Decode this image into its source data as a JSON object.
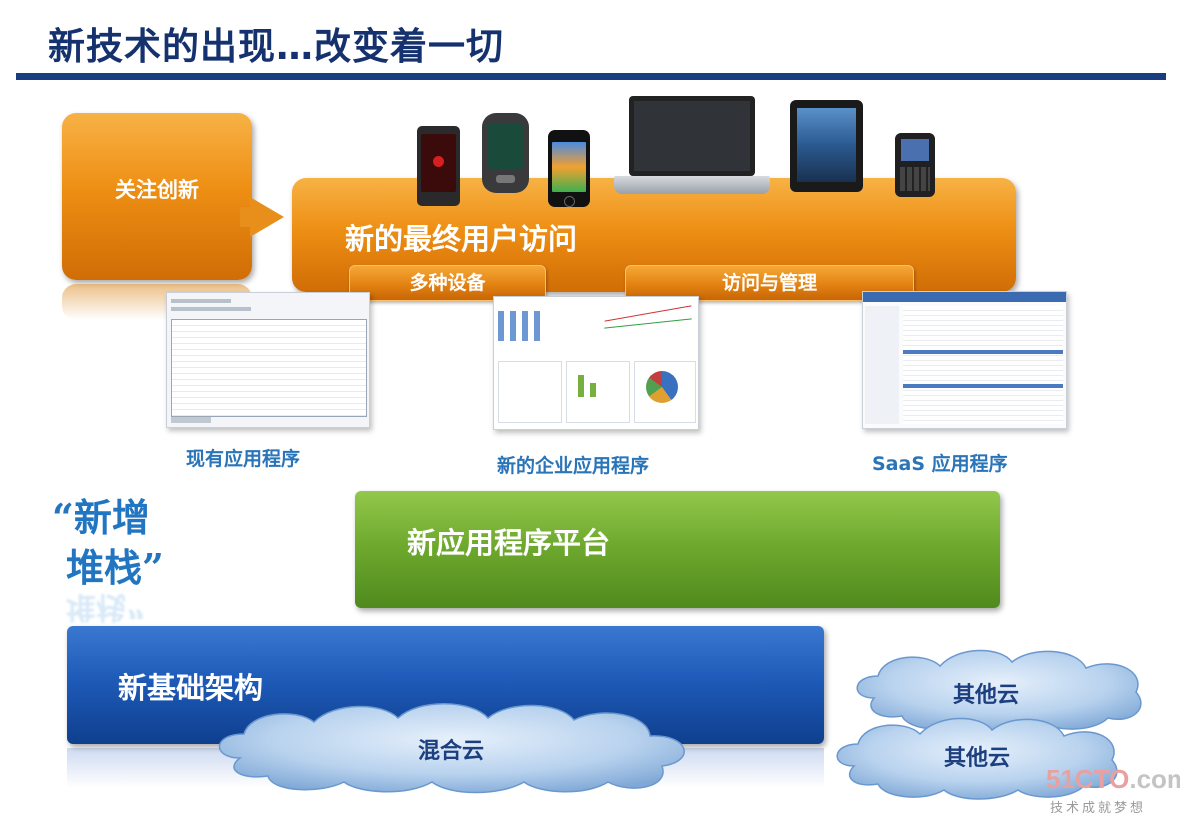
{
  "title": "新技术的出现…改变着一切",
  "focus_box": {
    "label": "关注创新"
  },
  "end_user": {
    "label": "新的最终用户访问",
    "pills": {
      "devices": "多种设备",
      "access": "访问与管理"
    }
  },
  "applications": {
    "existing": "现有应用程序",
    "enterprise": "新的企业应用程序",
    "saas": "SaaS 应用程序"
  },
  "stack": {
    "title_line1": "“新增",
    "title_line2": "堆栈”"
  },
  "platform": {
    "label": "新应用程序平台"
  },
  "infrastructure": {
    "label": "新基础架构"
  },
  "clouds": {
    "hybrid": "混合云",
    "other_top": "其他云",
    "other_bottom": "其他云"
  },
  "watermark": {
    "main_a": "51",
    "main_b": "CTO",
    "main_c": ".com",
    "sub": "技术成就梦想"
  },
  "colors": {
    "title": "#15326e",
    "orange": "#ee8f14",
    "green": "#6faa2e",
    "blue": "#1e5bb8",
    "caption": "#2a74b8"
  },
  "icons": [
    "phone-icon",
    "smartphone-icon",
    "laptop-icon",
    "tablet-icon"
  ]
}
